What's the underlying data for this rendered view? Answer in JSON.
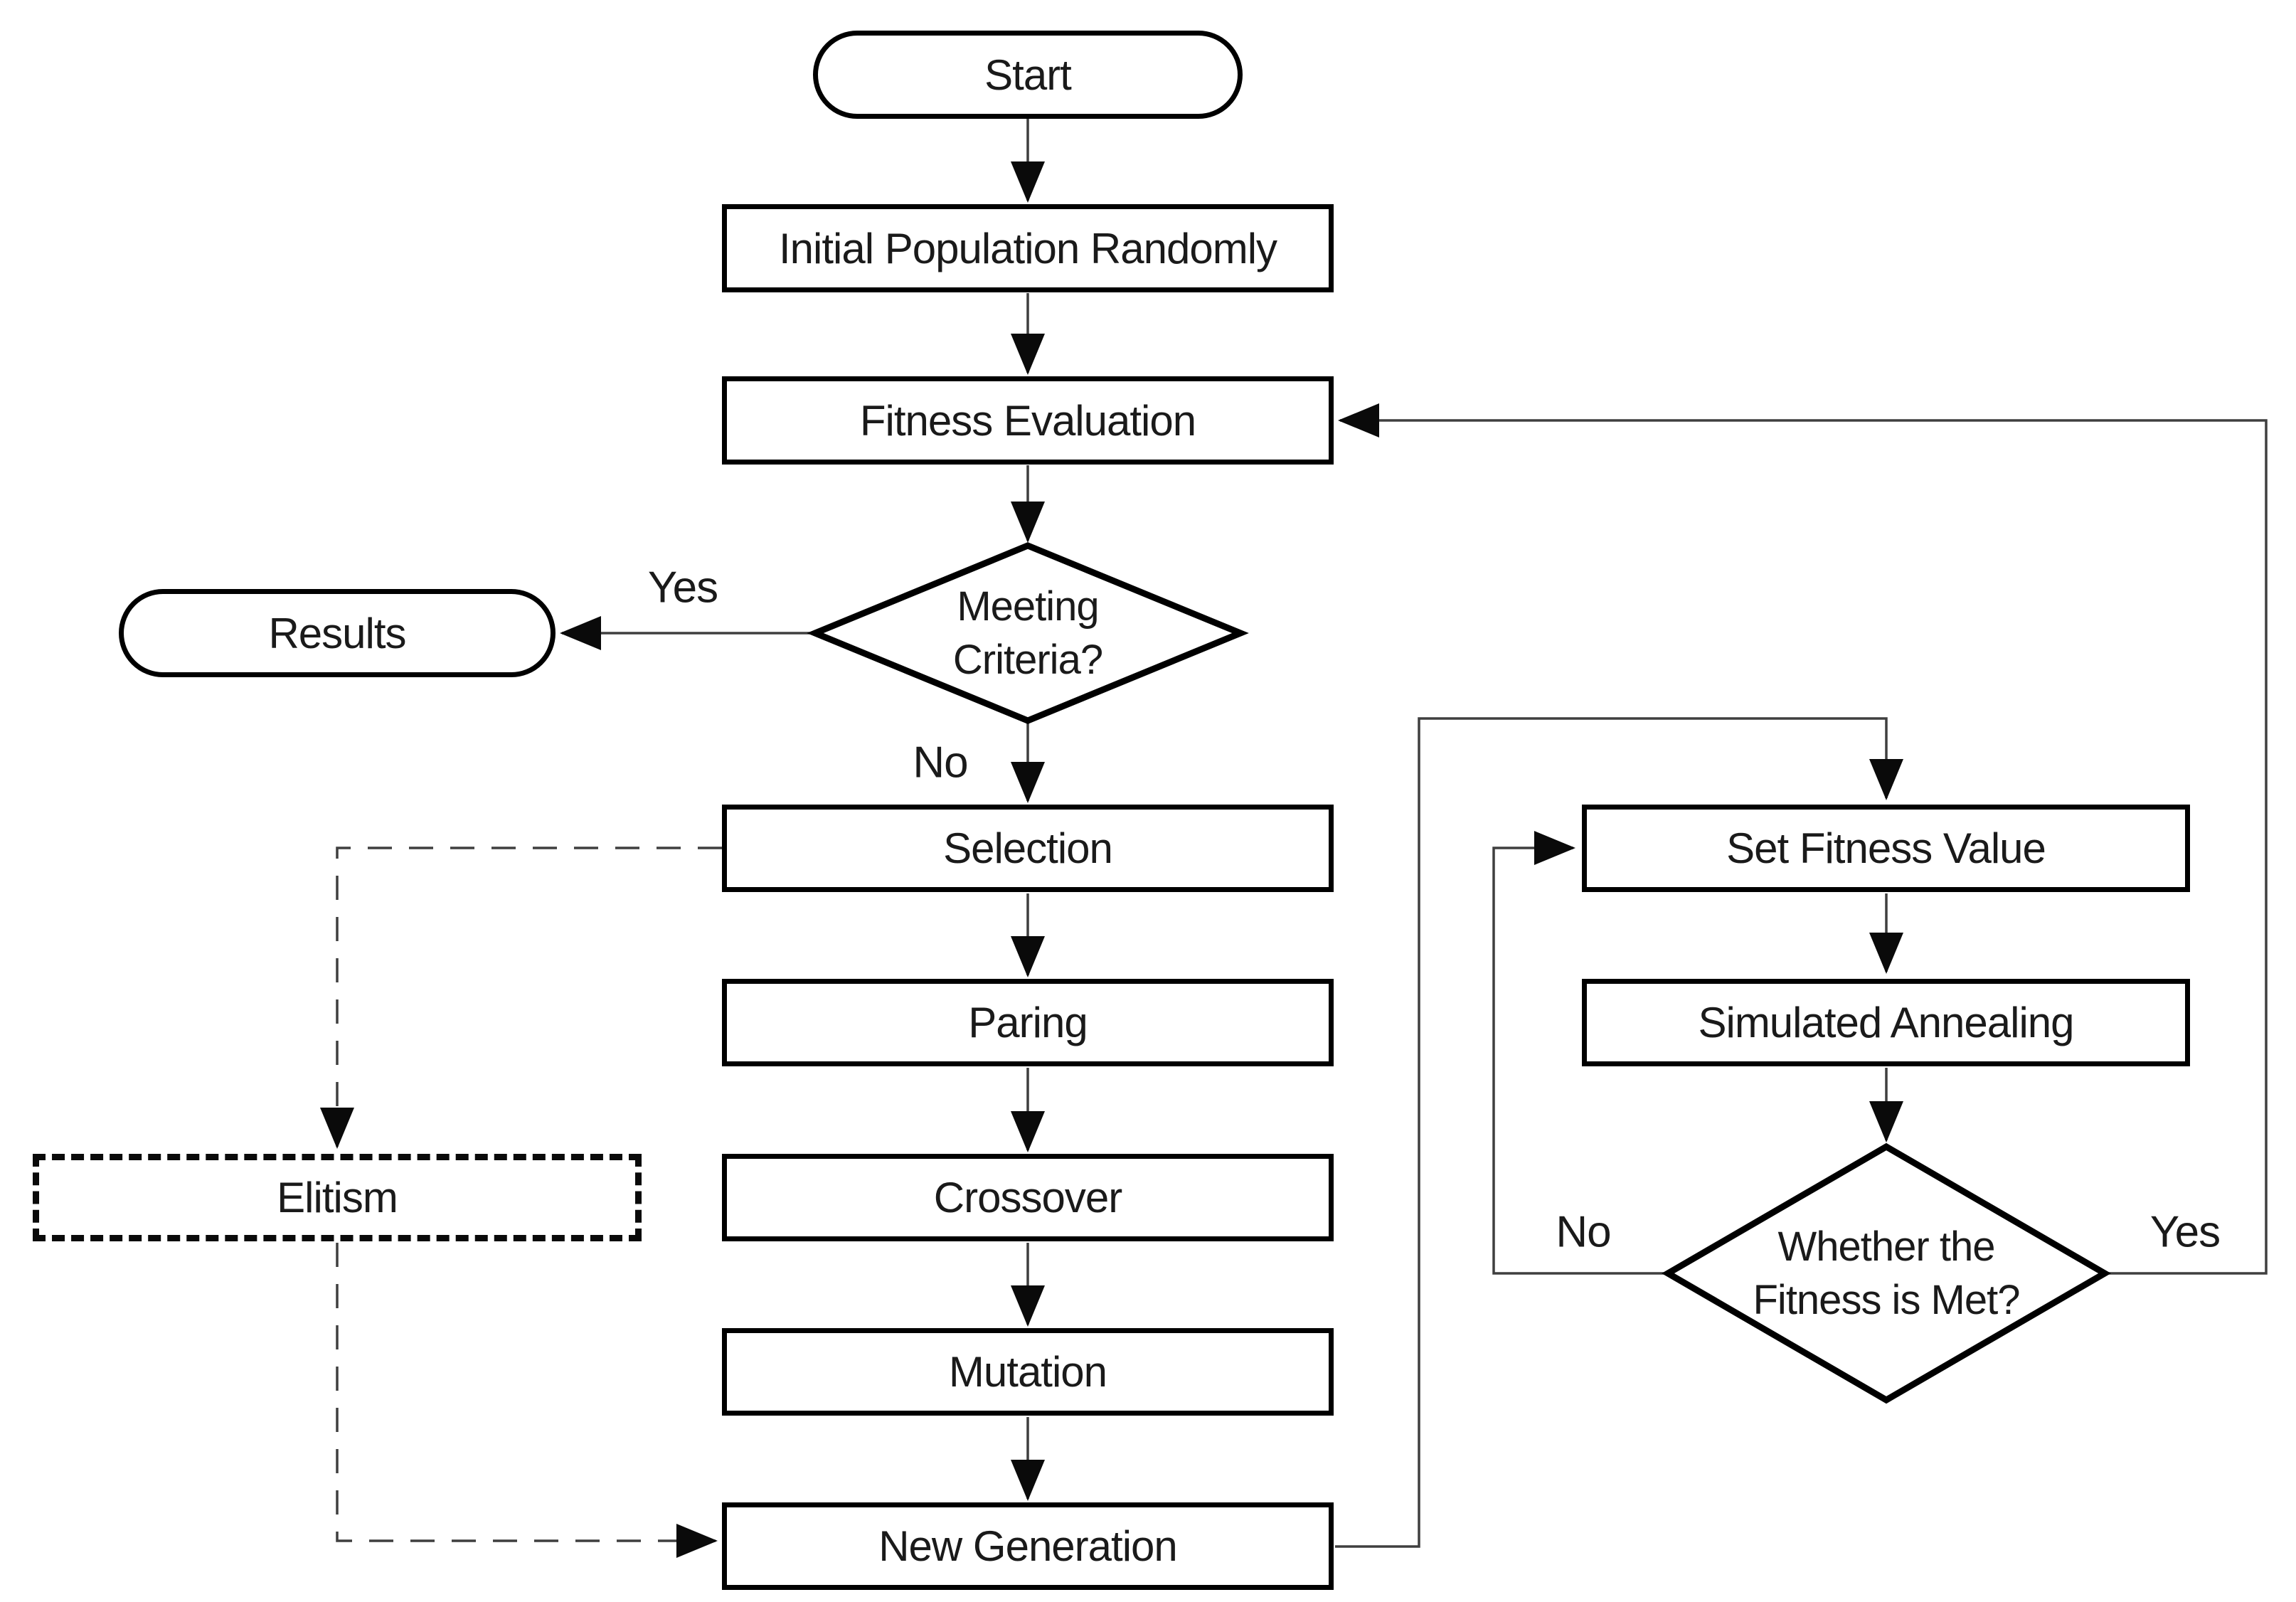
{
  "diagram": {
    "nodes": {
      "start": {
        "label": "Start",
        "shape": "terminator"
      },
      "initial_population": {
        "label": "Initial Population Randomly",
        "shape": "process"
      },
      "fitness_evaluation": {
        "label": "Fitness Evaluation",
        "shape": "process"
      },
      "meeting_criteria": {
        "label": "Meeting\nCriteria?",
        "shape": "decision"
      },
      "results": {
        "label": "Results",
        "shape": "terminator"
      },
      "selection": {
        "label": "Selection",
        "shape": "process"
      },
      "paring": {
        "label": "Paring",
        "shape": "process"
      },
      "crossover": {
        "label": "Crossover",
        "shape": "process"
      },
      "mutation": {
        "label": "Mutation",
        "shape": "process"
      },
      "new_generation": {
        "label": "New Generation",
        "shape": "process"
      },
      "elitism": {
        "label": "Elitism",
        "shape": "process-dashed"
      },
      "set_fitness_value": {
        "label": "Set Fitness Value",
        "shape": "process"
      },
      "simulated_annealing": {
        "label": "Simulated Annealing",
        "shape": "process"
      },
      "whether_fitness_met": {
        "label": "Whether the\nFitness is Met?",
        "shape": "decision"
      }
    },
    "edge_labels": {
      "meeting_criteria_yes": "Yes",
      "meeting_criteria_no": "No",
      "fitness_met_no": "No",
      "fitness_met_yes": "Yes"
    },
    "colors": {
      "node_border": "#000000",
      "node_fill": "#ffffff",
      "connector": "#3f3f3f",
      "arrowhead": "#0a0a0a",
      "text": "#1a1a1a",
      "background": "#ffffff"
    }
  }
}
